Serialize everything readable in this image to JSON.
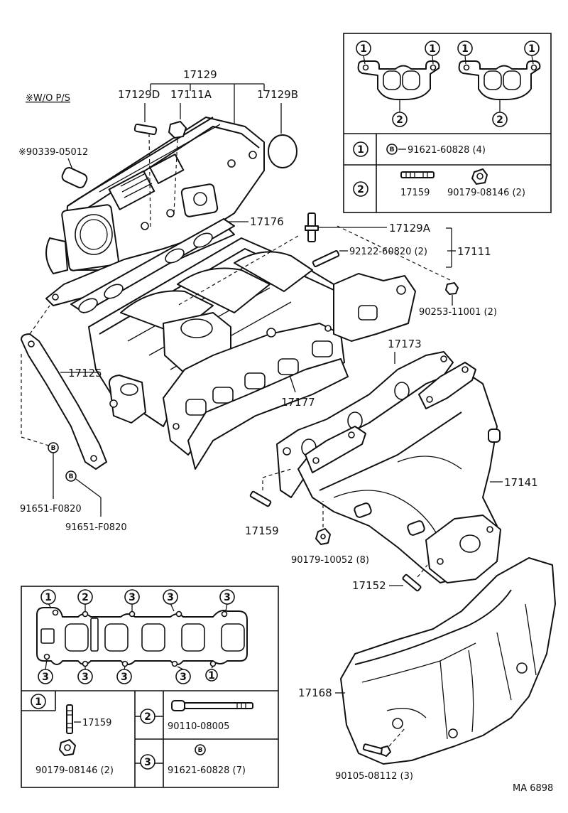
{
  "labels": {
    "wo_ps": "※W/O P/S",
    "p17129": "17129",
    "p17129d": "17129D",
    "p17111a": "17111A",
    "p17129b": "17129B",
    "p90339": "※90339-05012",
    "p17176": "17176",
    "p17129a": "17129A",
    "p92122": "92122-60820 (2)",
    "p17111": "17111",
    "p90253": "90253-11001 (2)",
    "p17125": "17125",
    "p17173": "17173",
    "p17177": "17177",
    "p17141": "17141",
    "p17159_mid": "17159",
    "p90179_10052": "90179-10052 (8)",
    "p17152": "17152",
    "p91651_a": "91651-F0820",
    "p91651_b": "91651-F0820",
    "p17168": "17168",
    "p90105": "90105-08112 (3)",
    "code": "MA 6898"
  },
  "circles": {
    "one": "1",
    "two": "2",
    "three": "3",
    "b": "B"
  },
  "top_right_table": {
    "row1_part": "91621-60828 (4)",
    "row2_part_a": "17159",
    "row2_part_b": "90179-08146 (2)"
  },
  "bottom_left_table": {
    "r1_part_a": "17159",
    "r1_part_b": "90179-08146 (2)",
    "r2_part": "90110-08005",
    "r3_part": "91621-60828 (7)"
  }
}
